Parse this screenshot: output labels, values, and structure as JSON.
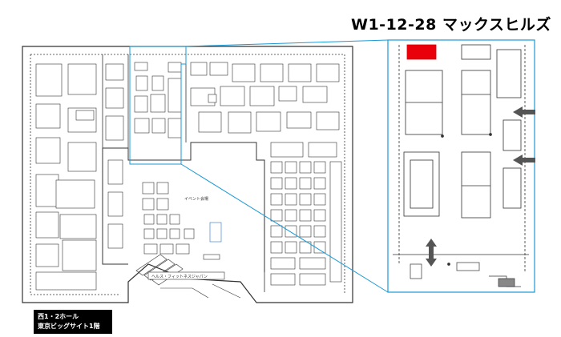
{
  "title": "W1-12-28 マックスヒルズ",
  "legend": {
    "line1": "西1・2ホール",
    "line2": "東京ビッグサイト1階"
  },
  "labels": {
    "event_venue": "イベント会場",
    "health_fitness": "ヘルス・フィットネスジャパン"
  },
  "colors": {
    "booth_highlight": "#e8000b",
    "zoom_outline": "#1a9ad6",
    "direction_arrow": "#555555"
  },
  "icons": {
    "arrow_left_1": "arrow-left-icon",
    "arrow_left_2": "arrow-left-icon",
    "arrow_updown": "arrow-updown-icon"
  }
}
